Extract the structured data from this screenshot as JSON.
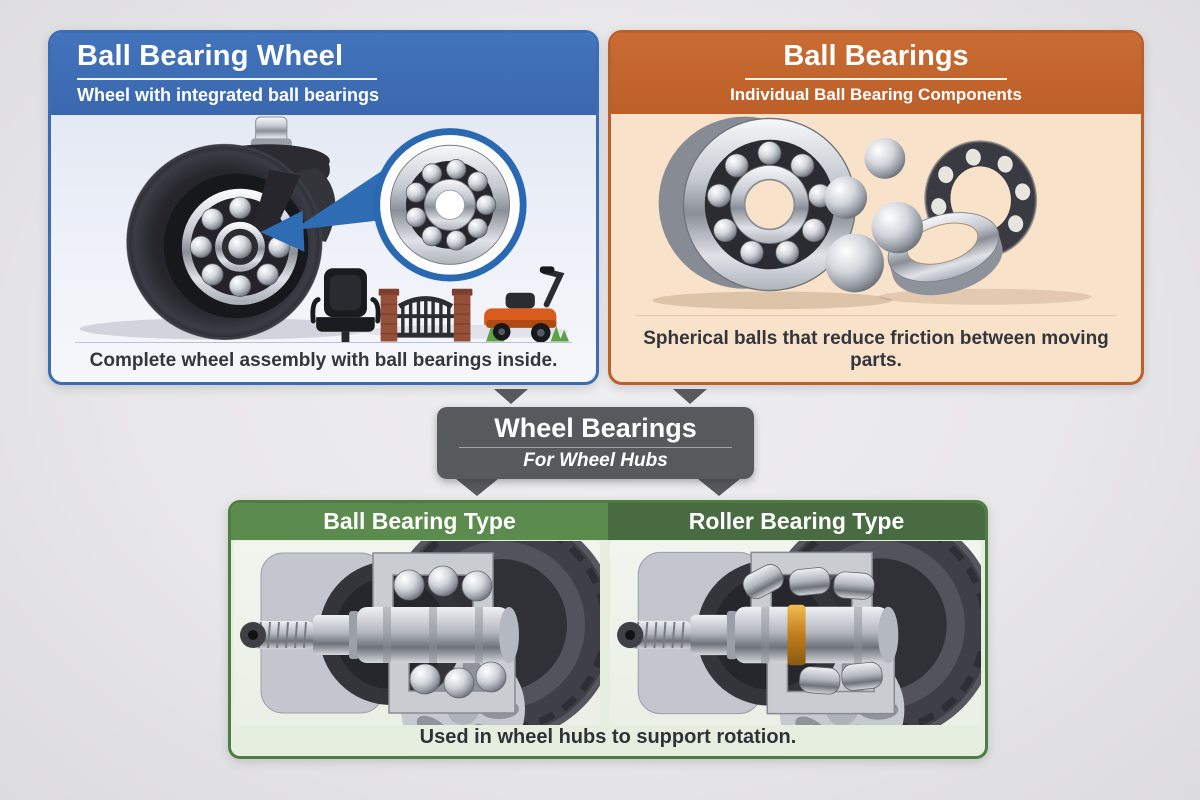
{
  "page": {
    "background_color": "#e8e7e9",
    "type": "educational-diagram"
  },
  "panels": {
    "wheel": {
      "title": "Ball Bearing Wheel",
      "subtitle": "Wheel with integrated ball bearings",
      "caption": "Complete wheel assembly with ball bearings inside.",
      "header_color": "#3c6cb4",
      "border_color": "#3c6cb4",
      "body_color": "#e2e8f4",
      "callout_color": "#2a68b2",
      "illustrations": [
        "caster-wheel",
        "magnified-ball-bearing-callout",
        "office-chair",
        "metal-gate",
        "lawn-mower"
      ]
    },
    "bearings": {
      "title": "Ball Bearings",
      "subtitle": "Individual Ball Bearing Components",
      "caption": "Spherical balls that reduce friction between moving parts.",
      "header_color": "#c2662e",
      "border_color": "#bd5f28",
      "body_color": "#f8e2c9",
      "illustrations": [
        "ball-bearing-assembly",
        "loose-steel-balls",
        "bearing-cage-ring",
        "inner-race-ring"
      ]
    },
    "connector": {
      "title": "Wheel Bearings",
      "subtitle": "For Wheel Hubs",
      "box_color": "#58595d",
      "arrow_color": "#58595d"
    },
    "hub": {
      "ball_title": "Ball Bearing Type",
      "roller_title": "Roller Bearing Type",
      "caption": "Used in wheel hubs to support rotation.",
      "ball_header_color": "#5c8b4e",
      "roller_header_color": "#496b41",
      "border_color": "#4e7d42",
      "body_color": "#e6efdf",
      "accent_gold": "#c8861f",
      "illustrations": [
        "ball-bearing-hub-cutaway",
        "roller-bearing-hub-cutaway"
      ]
    }
  }
}
